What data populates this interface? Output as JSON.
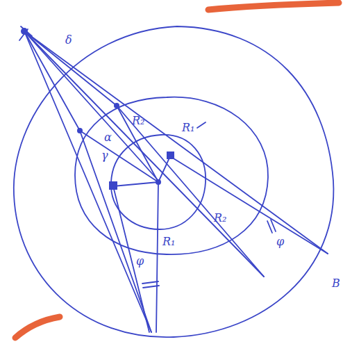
{
  "diagram": {
    "labels": [
      "δ",
      "R₂",
      "R₁",
      "α",
      "γ",
      "R₂",
      "R₁",
      "φ",
      "φ",
      "B"
    ]
  }
}
